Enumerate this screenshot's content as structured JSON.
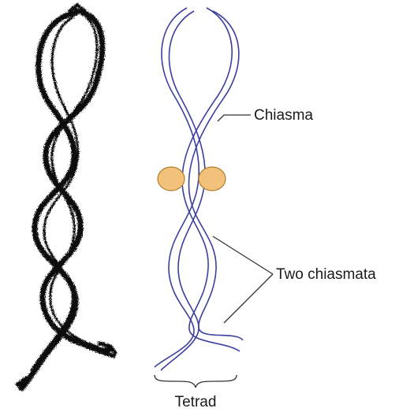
{
  "labels": {
    "chiasma": "Chiasma",
    "two_chiasmata": "Two chiasmata",
    "tetrad": "Tetrad"
  },
  "colors": {
    "chromatid_strand": "#3b3f9e",
    "centromere_fill": "#f2c27a",
    "centromere_stroke": "#b07d2e",
    "micrograph_ink": "#111111",
    "leader_line": "#333333"
  }
}
